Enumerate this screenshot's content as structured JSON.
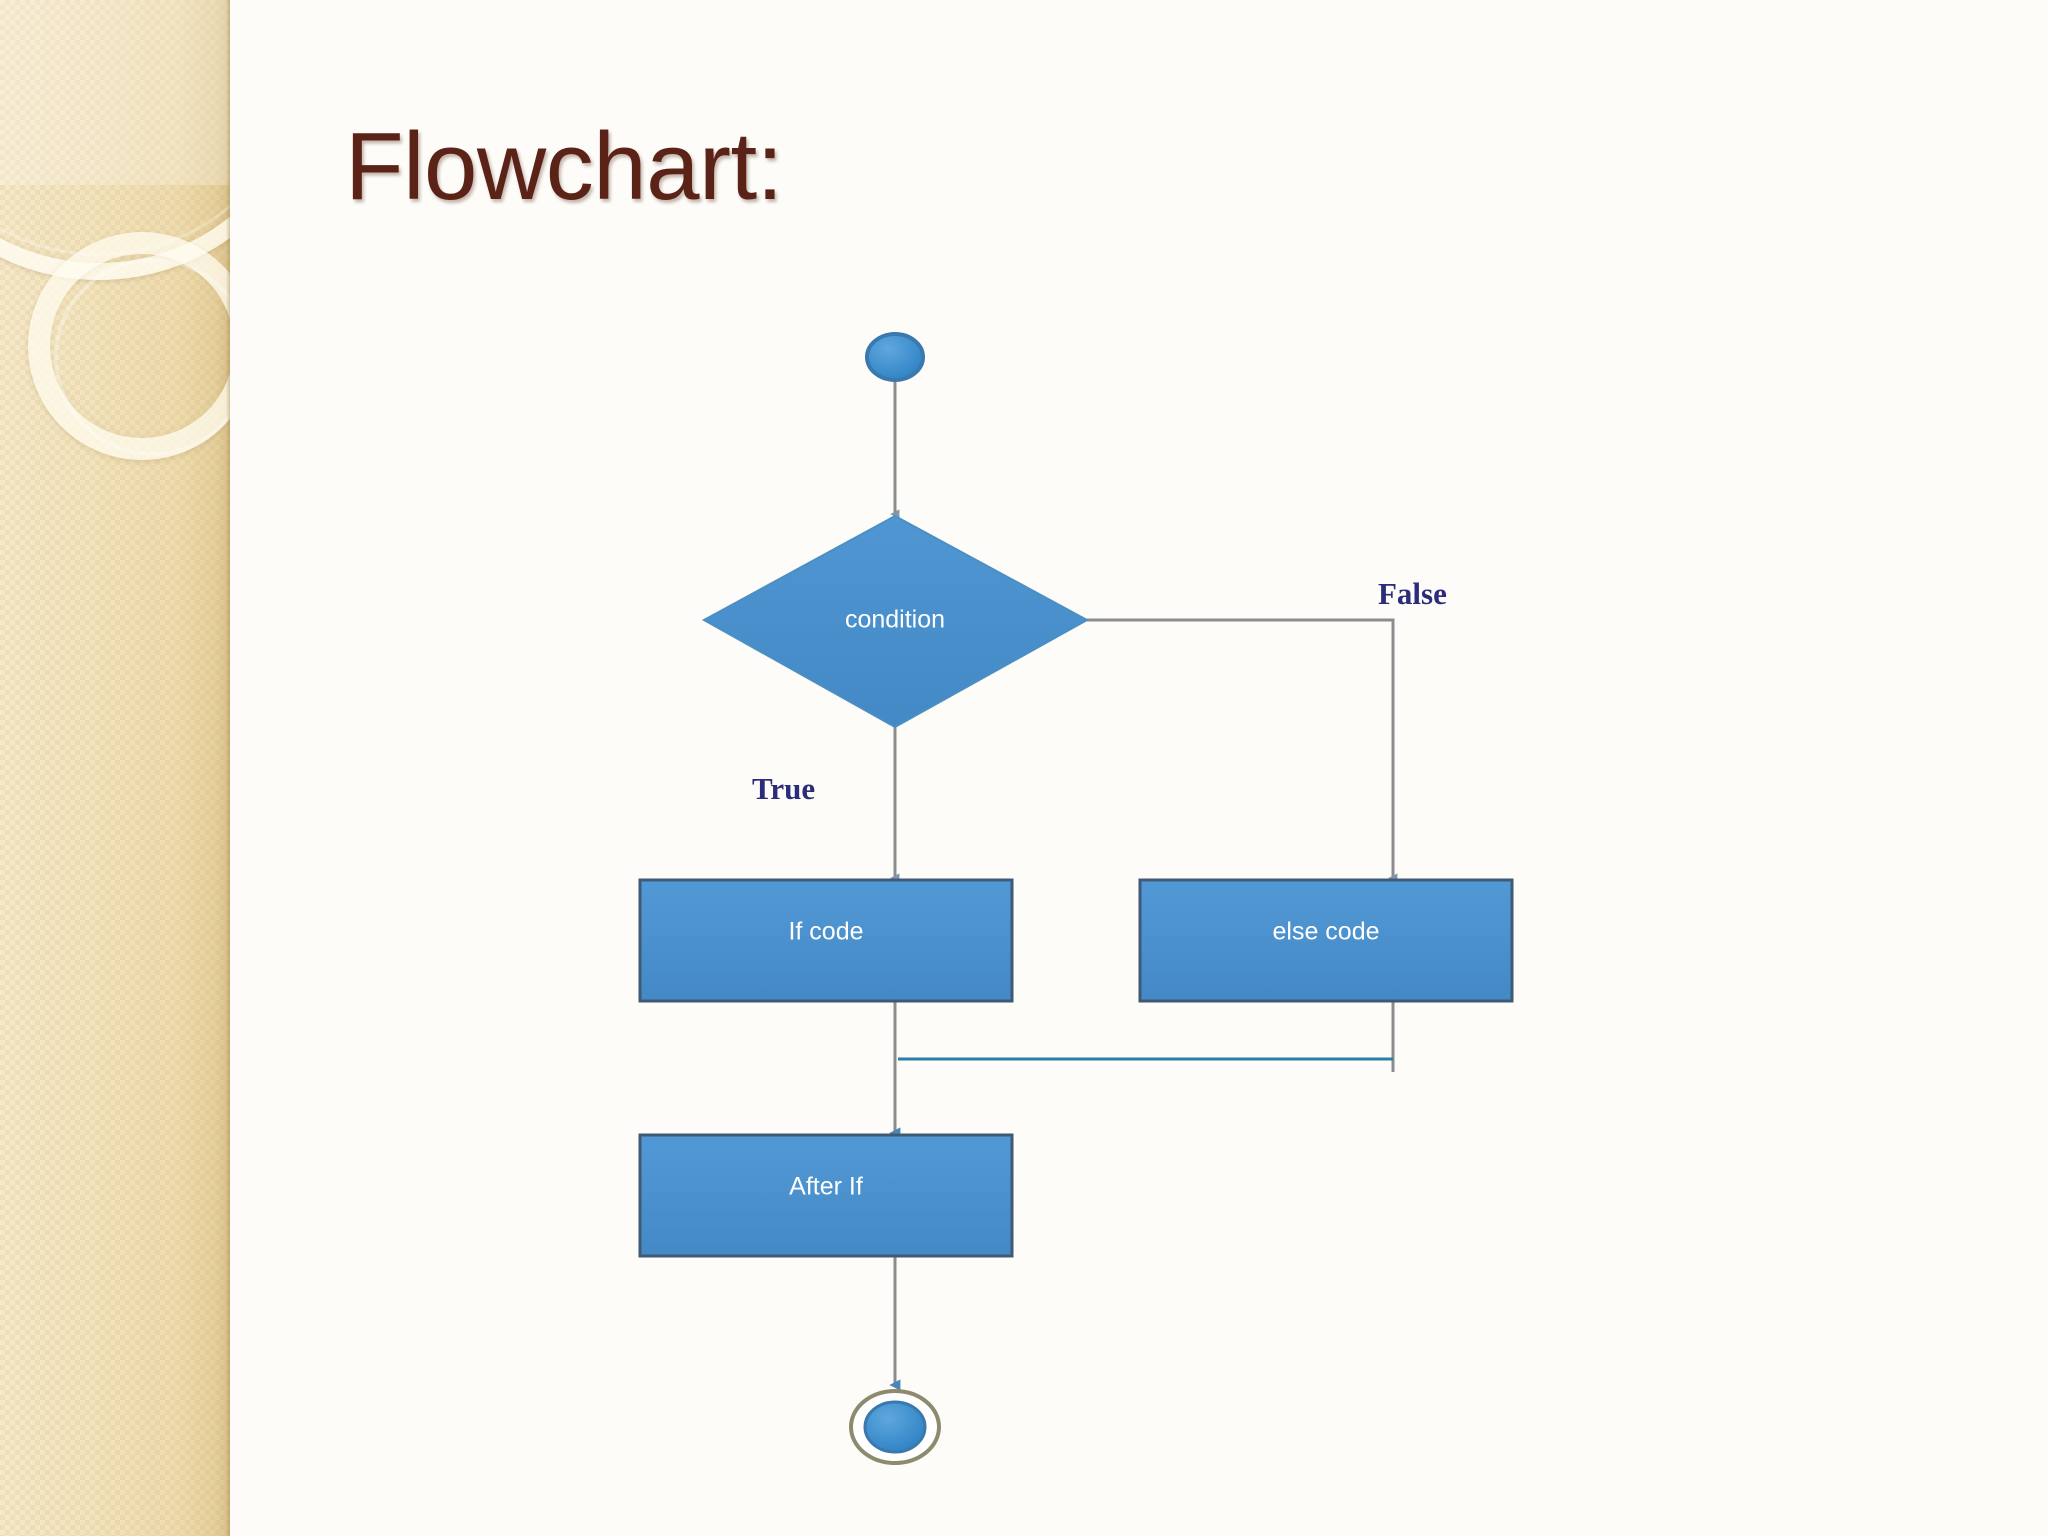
{
  "slide": {
    "title": "Flowchart:",
    "title_color": "#5B2317",
    "background_color": "#fdfcf8",
    "side_band_color": "#f3e4bd"
  },
  "diagram": {
    "type": "flowchart",
    "shape_fill": "#4a90cc",
    "shape_stroke": "#41698f",
    "connector_color": "#8b8c8e",
    "merge_line_color": "#2a7fa8",
    "branch_label_color": "#2b2d7a",
    "node_label_color": "#ffffff",
    "nodes": [
      {
        "id": "start",
        "kind": "start-node",
        "label": ""
      },
      {
        "id": "condition",
        "kind": "decision",
        "label": "condition"
      },
      {
        "id": "if_code",
        "kind": "process",
        "label": "If code"
      },
      {
        "id": "else_code",
        "kind": "process",
        "label": "else code"
      },
      {
        "id": "after_if",
        "kind": "process",
        "label": "After If"
      },
      {
        "id": "end",
        "kind": "end-node",
        "label": ""
      }
    ],
    "edges": [
      {
        "from": "start",
        "to": "condition",
        "label": ""
      },
      {
        "from": "condition",
        "to": "if_code",
        "label": "True"
      },
      {
        "from": "condition",
        "to": "else_code",
        "label": "False"
      },
      {
        "from": "if_code",
        "to": "after_if",
        "label": ""
      },
      {
        "from": "else_code",
        "to": "after_if",
        "label": ""
      },
      {
        "from": "after_if",
        "to": "end",
        "label": ""
      }
    ],
    "branch_labels": {
      "true": "True",
      "false": "False"
    }
  }
}
